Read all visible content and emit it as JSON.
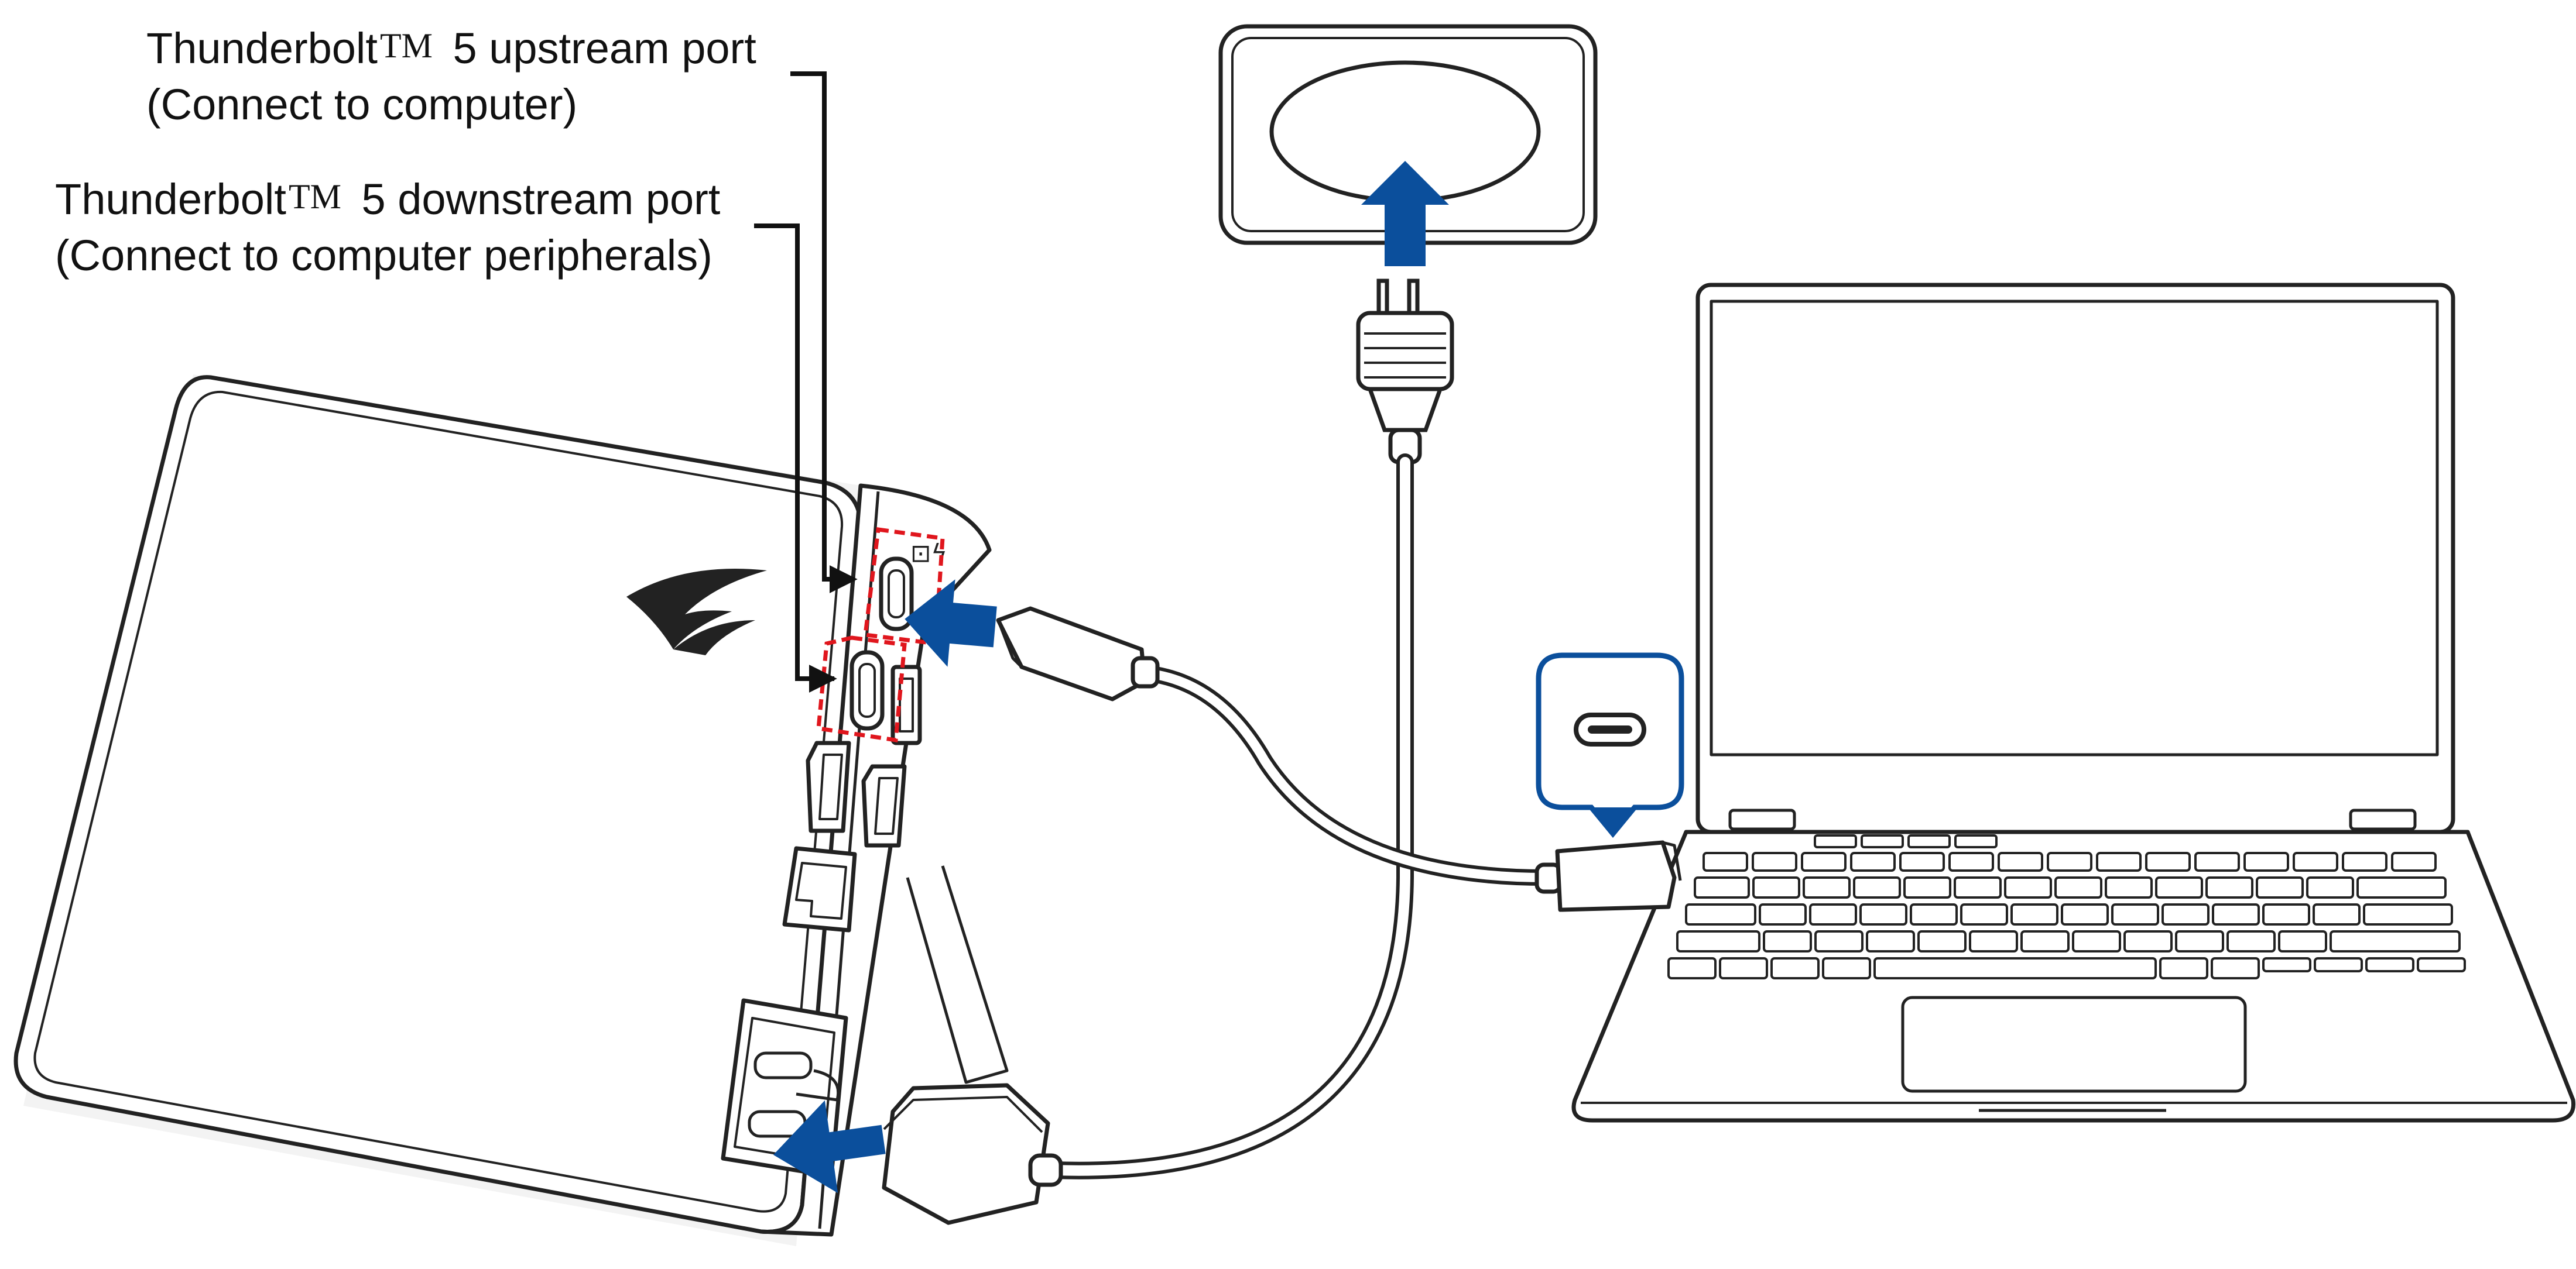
{
  "labels": {
    "upstream": {
      "brand": "Thunderbolt",
      "trademark": "TM",
      "rest": " 5 upstream port",
      "note": "(Connect to computer)"
    },
    "downstream": {
      "brand": "Thunderbolt",
      "trademark": "TM",
      "rest": " 5 downstream port",
      "note": "(Connect to computer peripherals)"
    }
  },
  "colors": {
    "arrow": "#0b4f9c",
    "highlight": "#e0161d",
    "line": "#111111",
    "callout": "#0b4f9c"
  },
  "icons": {
    "logo": "rog-eye-logo",
    "callout": "usb-c-port-icon"
  }
}
